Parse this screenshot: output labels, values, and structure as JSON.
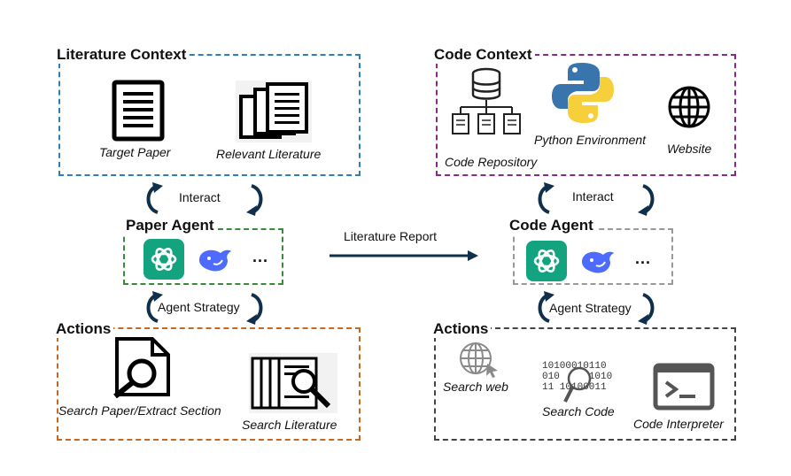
{
  "literature_context": {
    "title": "Literature Context",
    "target_paper": "Target Paper",
    "relevant_literature": "Relevant Literature"
  },
  "code_context": {
    "title": "Code Context",
    "code_repository": "Code Repository",
    "python_environment": "Python Environment",
    "website": "Website"
  },
  "paper_agent": {
    "title": "Paper Agent",
    "interact": "Interact",
    "strategy": "Agent Strategy",
    "more": "..."
  },
  "code_agent": {
    "title": "Code Agent",
    "interact": "Interact",
    "strategy": "Agent Strategy",
    "more": "..."
  },
  "report_arrow": {
    "label": "Literature Report"
  },
  "paper_actions": {
    "title": "Actions",
    "search_paper": "Search Paper/Extract Section",
    "search_literature": "Search Literature"
  },
  "code_actions": {
    "title": "Actions",
    "search_web": "Search web",
    "search_code": "Search Code",
    "code_interpreter": "Code Interpreter",
    "binary_text": "10100010110\n010     1010\n11 10100011"
  }
}
